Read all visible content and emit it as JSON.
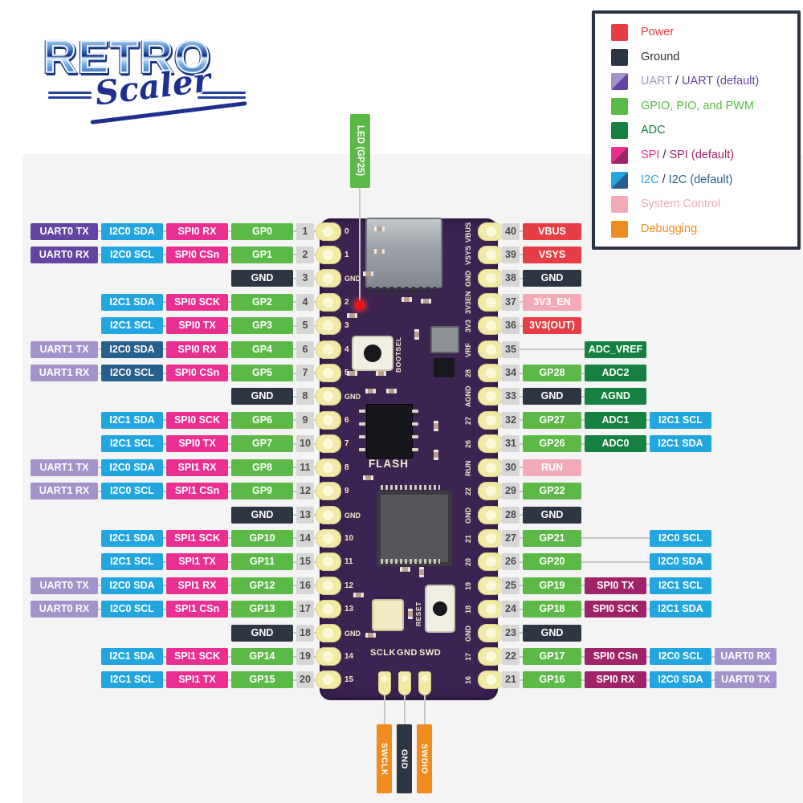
{
  "brand": {
    "word1": "RETRO",
    "word2": "Scaler"
  },
  "colors": {
    "power": "#e63e44",
    "gnd": "#2d3442",
    "uart": "#a493cb",
    "uart_def": "#6344a1",
    "gpio": "#5cb947",
    "adc": "#158040",
    "spi": "#e93090",
    "spi_def": "#a02269",
    "i2c": "#22a6e0",
    "i2c_def": "#275f8e",
    "sys": "#f3aab8",
    "debug": "#ef8c20",
    "ink": "#2a2d33",
    "pin_box": "#d6d6d6",
    "wire": "#c7c7c7",
    "board": "#3c2452"
  },
  "legend": {
    "items": [
      {
        "name": "power",
        "squares": [
          "power"
        ],
        "parts": [
          {
            "text": "Power",
            "color": "power"
          }
        ]
      },
      {
        "name": "ground",
        "squares": [
          "gnd"
        ],
        "parts": [
          {
            "text": "Ground",
            "color": "ink"
          }
        ]
      },
      {
        "name": "uart",
        "squares": [
          "uart",
          "uart_def"
        ],
        "parts": [
          {
            "text": "UART",
            "color": "uart"
          },
          {
            "text": " / ",
            "color": "ink"
          },
          {
            "text": "UART (default)",
            "color": "uart_def"
          }
        ]
      },
      {
        "name": "gpio",
        "squares": [
          "gpio"
        ],
        "parts": [
          {
            "text": "GPIO, PIO, and PWM",
            "color": "gpio"
          }
        ]
      },
      {
        "name": "adc",
        "squares": [
          "adc"
        ],
        "parts": [
          {
            "text": "ADC",
            "color": "adc"
          }
        ]
      },
      {
        "name": "spi",
        "squares": [
          "spi",
          "spi_def"
        ],
        "parts": [
          {
            "text": "SPI",
            "color": "spi"
          },
          {
            "text": " / ",
            "color": "ink"
          },
          {
            "text": "SPI (default)",
            "color": "spi_def"
          }
        ]
      },
      {
        "name": "i2c",
        "squares": [
          "i2c",
          "i2c_def"
        ],
        "parts": [
          {
            "text": "I2C",
            "color": "i2c"
          },
          {
            "text": " / ",
            "color": "ink"
          },
          {
            "text": "I2C (default)",
            "color": "i2c_def"
          }
        ]
      },
      {
        "name": "system-control",
        "squares": [
          "sys"
        ],
        "parts": [
          {
            "text": "System Control",
            "color": "sys"
          }
        ]
      },
      {
        "name": "debugging",
        "squares": [
          "debug"
        ],
        "parts": [
          {
            "text": "Debugging",
            "color": "debug"
          }
        ]
      }
    ]
  },
  "pins": {
    "left": [
      {
        "pin": "1",
        "cells": [
          {
            "col": "uart",
            "t": "UART0 TX",
            "c": "uart_def"
          },
          {
            "col": "i2c",
            "t": "I2C0 SDA",
            "c": "i2c"
          },
          {
            "col": "spi",
            "t": "SPI0 RX",
            "c": "spi"
          },
          {
            "col": "gpio",
            "t": "GP0",
            "c": "gpio"
          }
        ]
      },
      {
        "pin": "2",
        "cells": [
          {
            "col": "uart",
            "t": "UART0 RX",
            "c": "uart_def"
          },
          {
            "col": "i2c",
            "t": "I2C0 SCL",
            "c": "i2c"
          },
          {
            "col": "spi",
            "t": "SPI0 CSn",
            "c": "spi"
          },
          {
            "col": "gpio",
            "t": "GP1",
            "c": "gpio"
          }
        ]
      },
      {
        "pin": "3",
        "cells": [
          {
            "col": "gpio",
            "t": "GND",
            "c": "gnd"
          }
        ]
      },
      {
        "pin": "4",
        "cells": [
          {
            "col": "i2c",
            "t": "I2C1 SDA",
            "c": "i2c"
          },
          {
            "col": "spi",
            "t": "SPI0 SCK",
            "c": "spi"
          },
          {
            "col": "gpio",
            "t": "GP2",
            "c": "gpio"
          }
        ]
      },
      {
        "pin": "5",
        "cells": [
          {
            "col": "i2c",
            "t": "I2C1 SCL",
            "c": "i2c"
          },
          {
            "col": "spi",
            "t": "SPI0 TX",
            "c": "spi"
          },
          {
            "col": "gpio",
            "t": "GP3",
            "c": "gpio"
          }
        ]
      },
      {
        "pin": "6",
        "cells": [
          {
            "col": "uart",
            "t": "UART1 TX",
            "c": "uart"
          },
          {
            "col": "i2c",
            "t": "I2C0 SDA",
            "c": "i2c_def"
          },
          {
            "col": "spi",
            "t": "SPI0 RX",
            "c": "spi"
          },
          {
            "col": "gpio",
            "t": "GP4",
            "c": "gpio"
          }
        ]
      },
      {
        "pin": "7",
        "cells": [
          {
            "col": "uart",
            "t": "UART1 RX",
            "c": "uart"
          },
          {
            "col": "i2c",
            "t": "I2C0 SCL",
            "c": "i2c_def"
          },
          {
            "col": "spi",
            "t": "SPI0 CSn",
            "c": "spi"
          },
          {
            "col": "gpio",
            "t": "GP5",
            "c": "gpio"
          }
        ]
      },
      {
        "pin": "8",
        "cells": [
          {
            "col": "gpio",
            "t": "GND",
            "c": "gnd"
          }
        ]
      },
      {
        "pin": "9",
        "cells": [
          {
            "col": "i2c",
            "t": "I2C1 SDA",
            "c": "i2c"
          },
          {
            "col": "spi",
            "t": "SPI0 SCK",
            "c": "spi"
          },
          {
            "col": "gpio",
            "t": "GP6",
            "c": "gpio"
          }
        ]
      },
      {
        "pin": "10",
        "cells": [
          {
            "col": "i2c",
            "t": "I2C1 SCL",
            "c": "i2c"
          },
          {
            "col": "spi",
            "t": "SPI0 TX",
            "c": "spi"
          },
          {
            "col": "gpio",
            "t": "GP7",
            "c": "gpio"
          }
        ]
      },
      {
        "pin": "11",
        "cells": [
          {
            "col": "uart",
            "t": "UART1 TX",
            "c": "uart"
          },
          {
            "col": "i2c",
            "t": "I2C0 SDA",
            "c": "i2c"
          },
          {
            "col": "spi",
            "t": "SPI1 RX",
            "c": "spi"
          },
          {
            "col": "gpio",
            "t": "GP8",
            "c": "gpio"
          }
        ]
      },
      {
        "pin": "12",
        "cells": [
          {
            "col": "uart",
            "t": "UART1 RX",
            "c": "uart"
          },
          {
            "col": "i2c",
            "t": "I2C0 SCL",
            "c": "i2c"
          },
          {
            "col": "spi",
            "t": "SPI1 CSn",
            "c": "spi"
          },
          {
            "col": "gpio",
            "t": "GP9",
            "c": "gpio"
          }
        ]
      },
      {
        "pin": "13",
        "cells": [
          {
            "col": "gpio",
            "t": "GND",
            "c": "gnd"
          }
        ]
      },
      {
        "pin": "14",
        "cells": [
          {
            "col": "i2c",
            "t": "I2C1 SDA",
            "c": "i2c"
          },
          {
            "col": "spi",
            "t": "SPI1 SCK",
            "c": "spi"
          },
          {
            "col": "gpio",
            "t": "GP10",
            "c": "gpio"
          }
        ]
      },
      {
        "pin": "15",
        "cells": [
          {
            "col": "i2c",
            "t": "I2C1 SCL",
            "c": "i2c"
          },
          {
            "col": "spi",
            "t": "SPI1 TX",
            "c": "spi"
          },
          {
            "col": "gpio",
            "t": "GP11",
            "c": "gpio"
          }
        ]
      },
      {
        "pin": "16",
        "cells": [
          {
            "col": "uart",
            "t": "UART0 TX",
            "c": "uart"
          },
          {
            "col": "i2c",
            "t": "I2C0 SDA",
            "c": "i2c"
          },
          {
            "col": "spi",
            "t": "SPI1 RX",
            "c": "spi"
          },
          {
            "col": "gpio",
            "t": "GP12",
            "c": "gpio"
          }
        ]
      },
      {
        "pin": "17",
        "cells": [
          {
            "col": "uart",
            "t": "UART0 RX",
            "c": "uart"
          },
          {
            "col": "i2c",
            "t": "I2C0 SCL",
            "c": "i2c"
          },
          {
            "col": "spi",
            "t": "SPI1 CSn",
            "c": "spi"
          },
          {
            "col": "gpio",
            "t": "GP13",
            "c": "gpio"
          }
        ]
      },
      {
        "pin": "18",
        "cells": [
          {
            "col": "gpio",
            "t": "GND",
            "c": "gnd"
          }
        ]
      },
      {
        "pin": "19",
        "cells": [
          {
            "col": "i2c",
            "t": "I2C1 SDA",
            "c": "i2c"
          },
          {
            "col": "spi",
            "t": "SPI1 SCK",
            "c": "spi"
          },
          {
            "col": "gpio",
            "t": "GP14",
            "c": "gpio"
          }
        ]
      },
      {
        "pin": "20",
        "cells": [
          {
            "col": "i2c",
            "t": "I2C1 SCL",
            "c": "i2c"
          },
          {
            "col": "spi",
            "t": "SPI1 TX",
            "c": "spi"
          },
          {
            "col": "gpio",
            "t": "GP15",
            "c": "gpio"
          }
        ]
      }
    ],
    "right": [
      {
        "pin": "40",
        "cells": [
          {
            "col": 1,
            "t": "VBUS",
            "c": "power"
          }
        ]
      },
      {
        "pin": "39",
        "cells": [
          {
            "col": 1,
            "t": "VSYS",
            "c": "power"
          }
        ]
      },
      {
        "pin": "38",
        "cells": [
          {
            "col": 1,
            "t": "GND",
            "c": "gnd"
          }
        ]
      },
      {
        "pin": "37",
        "cells": [
          {
            "col": 1,
            "t": "3V3_EN",
            "c": "sys"
          }
        ]
      },
      {
        "pin": "36",
        "cells": [
          {
            "col": 1,
            "t": "3V3(OUT)",
            "c": "power"
          }
        ]
      },
      {
        "pin": "35",
        "cells": [
          {
            "col": 2,
            "t": "ADC_VREF",
            "c": "adc"
          }
        ]
      },
      {
        "pin": "34",
        "cells": [
          {
            "col": 1,
            "t": "GP28",
            "c": "gpio"
          },
          {
            "col": 2,
            "t": "ADC2",
            "c": "adc"
          }
        ]
      },
      {
        "pin": "33",
        "cells": [
          {
            "col": 1,
            "t": "GND",
            "c": "gnd"
          },
          {
            "col": 2,
            "t": "AGND",
            "c": "adc"
          }
        ]
      },
      {
        "pin": "32",
        "cells": [
          {
            "col": 1,
            "t": "GP27",
            "c": "gpio"
          },
          {
            "col": 2,
            "t": "ADC1",
            "c": "adc"
          },
          {
            "col": 3,
            "t": "I2C1 SCL",
            "c": "i2c"
          }
        ]
      },
      {
        "pin": "31",
        "cells": [
          {
            "col": 1,
            "t": "GP26",
            "c": "gpio"
          },
          {
            "col": 2,
            "t": "ADC0",
            "c": "adc"
          },
          {
            "col": 3,
            "t": "I2C1 SDA",
            "c": "i2c"
          }
        ]
      },
      {
        "pin": "30",
        "cells": [
          {
            "col": 1,
            "t": "RUN",
            "c": "sys"
          }
        ]
      },
      {
        "pin": "29",
        "cells": [
          {
            "col": 1,
            "t": "GP22",
            "c": "gpio"
          }
        ]
      },
      {
        "pin": "28",
        "cells": [
          {
            "col": 1,
            "t": "GND",
            "c": "gnd"
          }
        ]
      },
      {
        "pin": "27",
        "cells": [
          {
            "col": 1,
            "t": "GP21",
            "c": "gpio"
          },
          {
            "col": 3,
            "t": "I2C0 SCL",
            "c": "i2c"
          }
        ]
      },
      {
        "pin": "26",
        "cells": [
          {
            "col": 1,
            "t": "GP20",
            "c": "gpio"
          },
          {
            "col": 3,
            "t": "I2C0 SDA",
            "c": "i2c"
          }
        ]
      },
      {
        "pin": "25",
        "cells": [
          {
            "col": 1,
            "t": "GP19",
            "c": "gpio"
          },
          {
            "col": 2,
            "t": "SPI0 TX",
            "c": "spi_def"
          },
          {
            "col": 3,
            "t": "I2C1 SCL",
            "c": "i2c"
          }
        ]
      },
      {
        "pin": "24",
        "cells": [
          {
            "col": 1,
            "t": "GP18",
            "c": "gpio"
          },
          {
            "col": 2,
            "t": "SPI0 SCK",
            "c": "spi_def"
          },
          {
            "col": 3,
            "t": "I2C1 SDA",
            "c": "i2c"
          }
        ]
      },
      {
        "pin": "23",
        "cells": [
          {
            "col": 1,
            "t": "GND",
            "c": "gnd"
          }
        ]
      },
      {
        "pin": "22",
        "cells": [
          {
            "col": 1,
            "t": "GP17",
            "c": "gpio"
          },
          {
            "col": 2,
            "t": "SPI0 CSn",
            "c": "spi_def"
          },
          {
            "col": 3,
            "t": "I2C0 SCL",
            "c": "i2c"
          },
          {
            "col": 4,
            "t": "UART0 RX",
            "c": "uart"
          }
        ]
      },
      {
        "pin": "21",
        "cells": [
          {
            "col": 1,
            "t": "GP16",
            "c": "gpio"
          },
          {
            "col": 2,
            "t": "SPI0 RX",
            "c": "spi_def"
          },
          {
            "col": 3,
            "t": "I2C0 SDA",
            "c": "i2c"
          },
          {
            "col": 4,
            "t": "UART0 TX",
            "c": "uart"
          }
        ]
      }
    ]
  },
  "board": {
    "led": "LED (GP25)",
    "bootsel": "BOOTSEL",
    "flash": "FLASH",
    "reset": "RESET",
    "silk_left": [
      "0",
      "1",
      "GND",
      "2",
      "3",
      "4",
      "5",
      "GND",
      "6",
      "7",
      "8",
      "9",
      "GND",
      "10",
      "11",
      "12",
      "13",
      "GND",
      "14",
      "15"
    ],
    "silk_right": [
      "VBUS",
      "VSYS",
      "GND",
      "3V3EN",
      "3V3",
      "VRF",
      "28",
      "AGND",
      "27",
      "26",
      "RUN",
      "22",
      "GND",
      "21",
      "20",
      "19",
      "18",
      "GND",
      "17",
      "16"
    ],
    "swd_silk": [
      "SCLK",
      "GND",
      "SWD"
    ],
    "debug_headers": [
      {
        "t": "SWCLK",
        "c": "debug"
      },
      {
        "t": "GND",
        "c": "gnd"
      },
      {
        "t": "SWDIO",
        "c": "debug"
      }
    ]
  }
}
